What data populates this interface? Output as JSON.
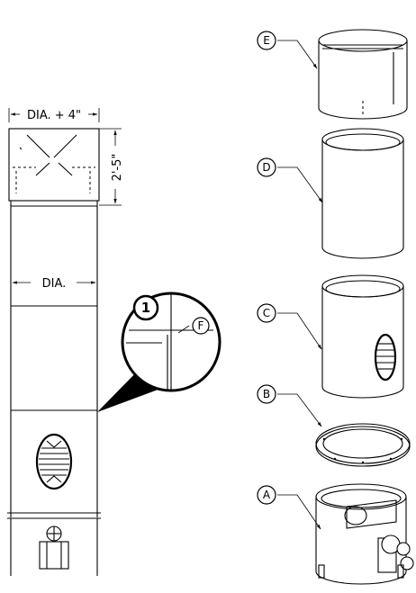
{
  "dimensions": {
    "width_label": "DIA. + 4\"",
    "height_label": "2'-5\"",
    "dia_label": "DIA."
  },
  "detail": {
    "number": "1",
    "callout": "F"
  },
  "components": [
    {
      "letter": "E"
    },
    {
      "letter": "D"
    },
    {
      "letter": "C"
    },
    {
      "letter": "B"
    },
    {
      "letter": "A"
    }
  ]
}
